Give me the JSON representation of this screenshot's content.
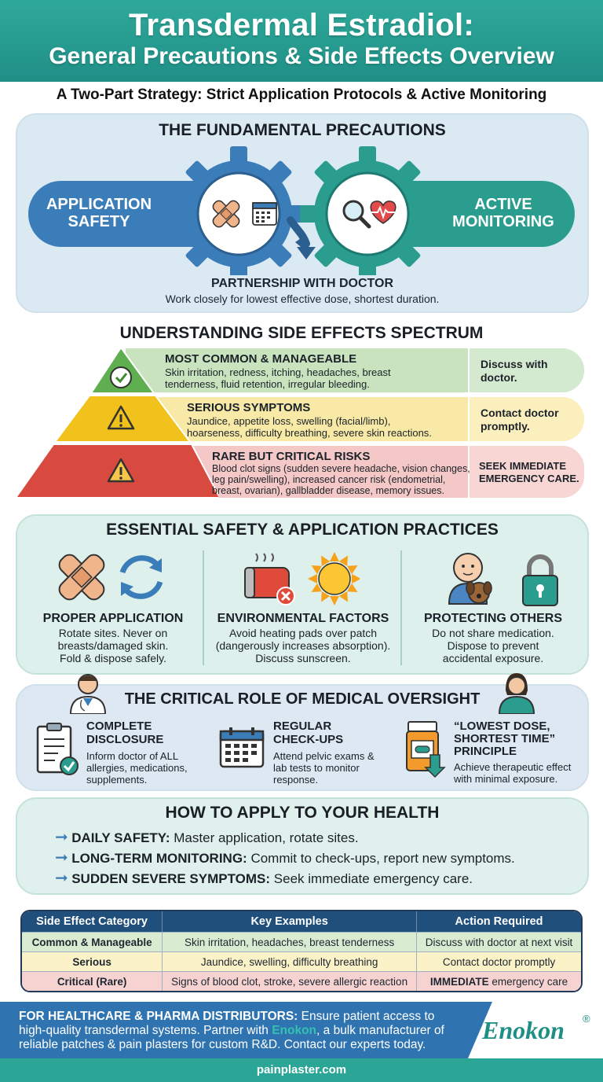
{
  "header": {
    "title": "Transdermal Estradiol:",
    "subtitle": "General Precautions & Side Effects Overview"
  },
  "strategy": "A Two-Part Strategy: Strict Application Protocols & Active Monitoring",
  "precautions": {
    "title": "THE FUNDAMENTAL PRECAUTIONS",
    "left_line1": "APPLICATION",
    "left_line2": "SAFETY",
    "right_line1": "ACTIVE",
    "right_line2": "MONITORING",
    "partnership_title": "PARTNERSHIP WITH DOCTOR",
    "partnership_text": "Work closely for lowest effective dose, shortest duration."
  },
  "spectrum": {
    "title": "UNDERSTANDING SIDE EFFECTS SPECTRUM",
    "tiers": [
      {
        "title": "MOST COMMON & MANAGEABLE",
        "line1": "Skin irritation, redness, itching, headaches, breast",
        "line2": "tenderness, fluid retention, irregular bleeding.",
        "action1": "Discuss with",
        "action2": "doctor."
      },
      {
        "title": "SERIOUS SYMPTOMS",
        "line1": "Jaundice, appetite loss, swelling (facial/limb),",
        "line2": "hoarseness, difficulty breathing, severe skin reactions.",
        "action1": "Contact doctor",
        "action2": "promptly."
      },
      {
        "title": "RARE BUT CRITICAL RISKS",
        "line1": "Blood clot signs (sudden severe headache, vision changes,",
        "line2": "leg pain/swelling), increased cancer risk (endometrial,",
        "line3": "breast, ovarian), gallbladder disease, memory issues.",
        "action1": "SEEK IMMEDIATE",
        "action2": "EMERGENCY CARE."
      }
    ]
  },
  "practices": {
    "title": "ESSENTIAL SAFETY & APPLICATION PRACTICES",
    "cols": [
      {
        "title": "PROPER APPLICATION",
        "l1": "Rotate sites. Never on",
        "l2": "breasts/damaged skin.",
        "l3": "Fold & dispose safely."
      },
      {
        "title": "ENVIRONMENTAL FACTORS",
        "l1": "Avoid heating pads over patch",
        "l2": "(dangerously increases absorption).",
        "l3": "Discuss sunscreen."
      },
      {
        "title": "PROTECTING OTHERS",
        "l1": "Do not share medication.",
        "l2": "Dispose to prevent",
        "l3": "accidental exposure."
      }
    ]
  },
  "oversight": {
    "title": "THE CRITICAL ROLE OF MEDICAL OVERSIGHT",
    "items": [
      {
        "t1": "COMPLETE",
        "t2": "DISCLOSURE",
        "l1": "Inform doctor of ALL",
        "l2": "allergies, medications,",
        "l3": "supplements."
      },
      {
        "t1": "REGULAR",
        "t2": "CHECK-UPS",
        "l1": "Attend pelvic exams &",
        "l2": "lab tests to monitor",
        "l3": "response."
      },
      {
        "t1": "“LOWEST DOSE,",
        "t2": "SHORTEST TIME”",
        "t3": "PRINCIPLE",
        "l1": "Achieve therapeutic effect",
        "l2": "with minimal exposure."
      }
    ]
  },
  "apply": {
    "title": "HOW TO APPLY TO YOUR HEALTH",
    "items": [
      {
        "label": "DAILY SAFETY:",
        "text": " Master application, rotate sites."
      },
      {
        "label": "LONG-TERM MONITORING:",
        "text": " Commit to check-ups, report new symptoms."
      },
      {
        "label": "SUDDEN SEVERE SYMPTOMS:",
        "text": " Seek immediate emergency care."
      }
    ]
  },
  "table": {
    "headers": [
      "Side Effect Category",
      "Key Examples",
      "Action Required"
    ],
    "rows": [
      [
        "Common & Manageable",
        "Skin irritation, headaches, breast tenderness",
        "Discuss with doctor at next visit"
      ],
      [
        "Serious",
        "Jaundice, swelling, difficulty breathing",
        "Contact doctor promptly"
      ],
      [
        "Critical (Rare)",
        "Signs of blood clot, stroke, severe allergic reaction",
        "IMMEDIATE",
        " emergency care"
      ]
    ]
  },
  "footer": {
    "lead": "FOR HEALTHCARE & PHARMA DISTRIBUTORS:",
    "text1": " Ensure patient access to",
    "text2": "high-quality transdermal systems. Partner with ",
    "brand": "Enokon",
    "text3": ", a bulk manufacturer of",
    "text4": "reliable patches & pain plasters for custom R&D. Contact our experts today.",
    "logo": "Enokon",
    "reg": "®",
    "url": "painplaster.com"
  },
  "colors": {
    "teal": "#2a9d8f",
    "blue": "#3a7db8",
    "green_tier": "#5fae4f",
    "yellow_tier": "#f0c21b",
    "red_tier": "#d84a3f"
  }
}
